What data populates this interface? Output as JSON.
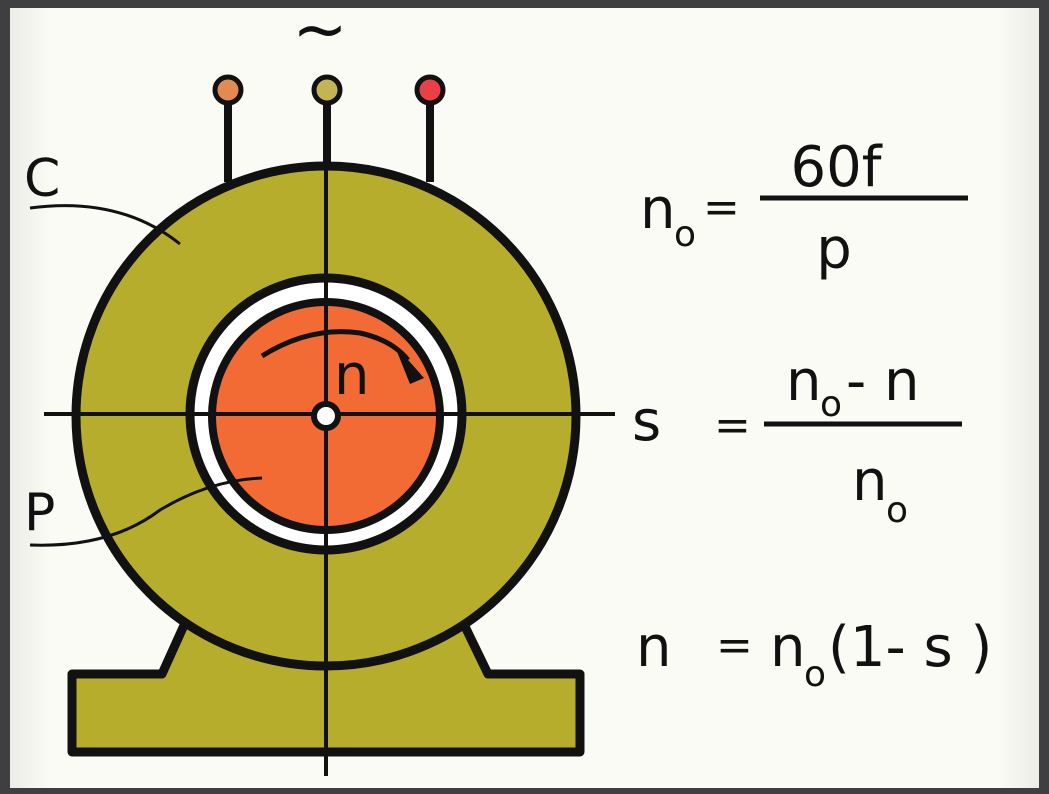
{
  "symbol_ac": "~",
  "label_stator": "C",
  "label_rotor": "P",
  "label_speed": "n",
  "label_axis": "s",
  "formula1": {
    "lhs_base": "n",
    "lhs_sub": "o",
    "eq": "=",
    "numerator": "60f",
    "denominator": "p"
  },
  "formula2": {
    "lhs": "s",
    "eq": "=",
    "num_base": "n",
    "num_sub": "o",
    "num_rest": "- n",
    "den_base": "n",
    "den_sub": "o"
  },
  "formula3": {
    "lhs": "n",
    "eq": "=",
    "rhs_base": "n",
    "rhs_sub": "o",
    "rhs_rest": "(1- s )"
  },
  "colors": {
    "stator": "#b7ad2c",
    "rotor": "#f26a34",
    "terminal_left": "#e38a52",
    "terminal_mid": "#c4b554",
    "terminal_right": "#e84046",
    "ink": "#111111",
    "paper": "#fbfbf6"
  }
}
